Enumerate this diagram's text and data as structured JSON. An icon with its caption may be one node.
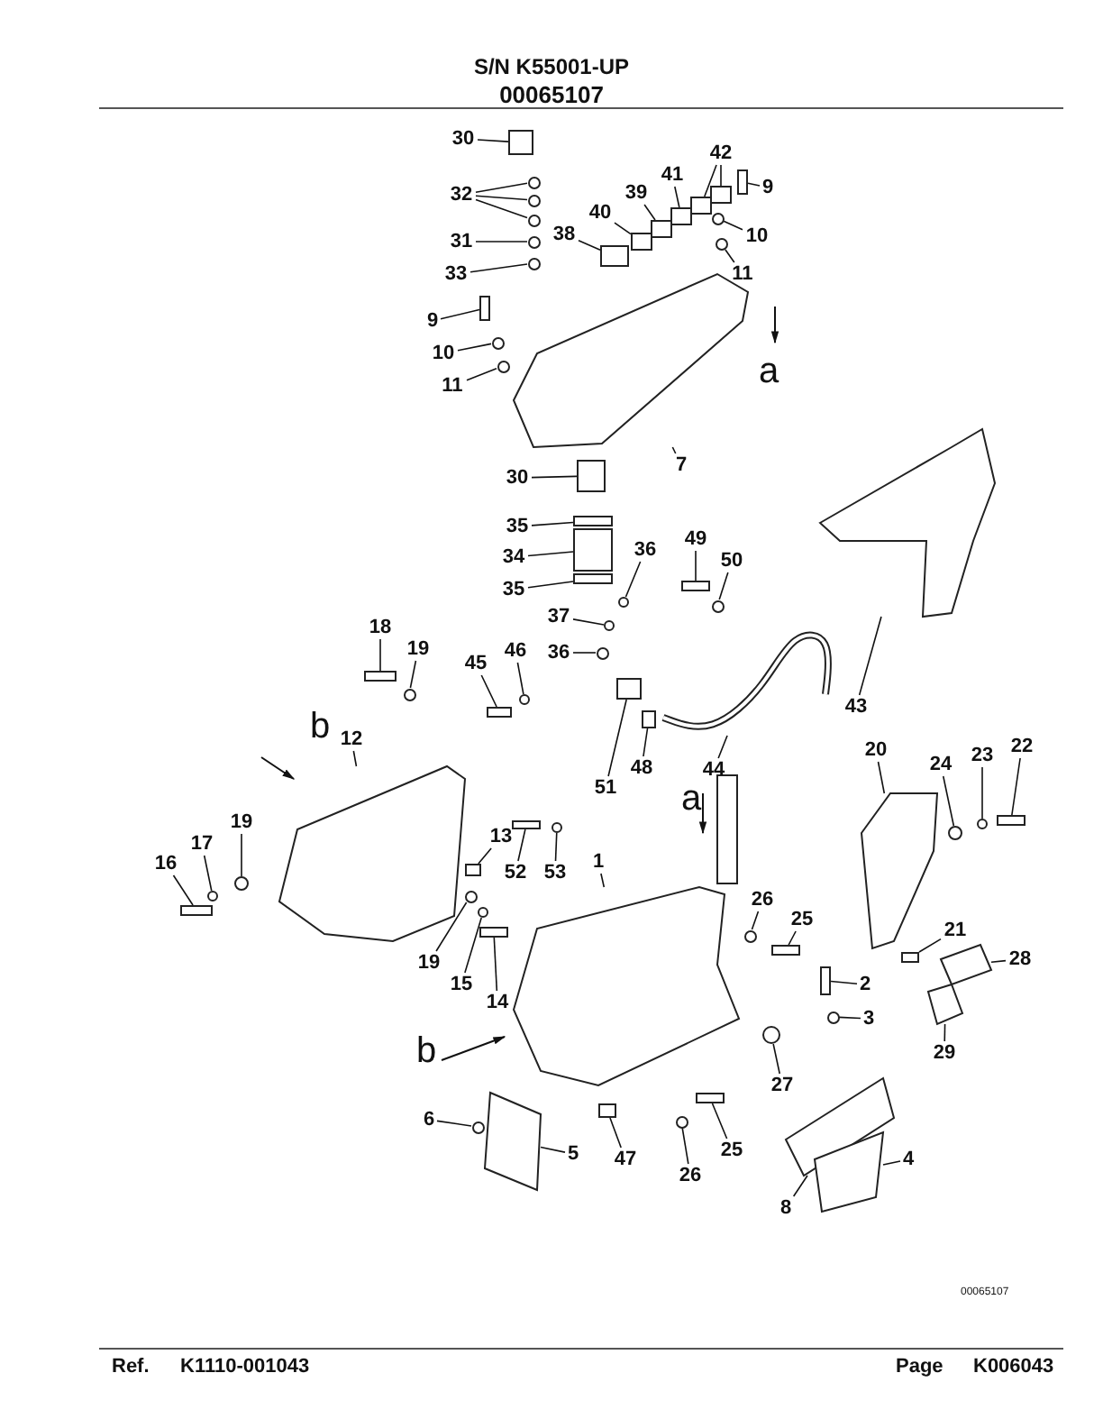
{
  "diagram": {
    "title": "S/N K55001-UP",
    "nodes": [
      {
        "text": [
          "30"
        ]
      },
      {
        "text": [
          "32"
        ]
      },
      {
        "text": [
          "42"
        ]
      },
      {
        "text": [
          "41"
        ]
      },
      {
        "text": [
          "39"
        ]
      },
      {
        "text": [
          "40"
        ]
      },
      {
        "text": [
          "38"
        ]
      },
      {
        "text": [
          "31"
        ]
      },
      {
        "text": [
          "33"
        ]
      },
      {
        "text": [
          "9"
        ]
      },
      {
        "text": [
          "10"
        ]
      },
      {
        "text": [
          "11"
        ]
      },
      {
        "text": [
          "9"
        ]
      },
      {
        "text": [
          "10"
        ]
      },
      {
        "text": [
          "11"
        ]
      },
      {
        "text": [
          "7"
        ]
      },
      {
        "text": [
          "30"
        ]
      },
      {
        "text": [
          "35"
        ]
      },
      {
        "text": [
          "34"
        ]
      },
      {
        "text": [
          "35"
        ]
      },
      {
        "text": [
          "36"
        ]
      },
      {
        "text": [
          "37"
        ]
      },
      {
        "text": [
          "36"
        ]
      },
      {
        "text": [
          "49"
        ]
      },
      {
        "text": [
          "50"
        ]
      },
      {
        "text": [
          "18"
        ]
      },
      {
        "text": [
          "19"
        ]
      },
      {
        "text": [
          "46"
        ]
      },
      {
        "text": [
          "45"
        ]
      },
      {
        "text": [
          "43"
        ]
      },
      {
        "text": [
          "44"
        ]
      },
      {
        "text": [
          "48"
        ]
      },
      {
        "text": [
          "51"
        ]
      },
      {
        "text": [
          "12"
        ]
      },
      {
        "text": [
          "20"
        ]
      },
      {
        "text": [
          "24"
        ]
      },
      {
        "text": [
          "23"
        ]
      },
      {
        "text": [
          "22"
        ]
      },
      {
        "text": [
          "13"
        ]
      },
      {
        "text": [
          "17"
        ]
      },
      {
        "text": [
          "19"
        ]
      },
      {
        "text": [
          "16"
        ]
      },
      {
        "text": [
          "52"
        ]
      },
      {
        "text": [
          "53"
        ]
      },
      {
        "text": [
          "1"
        ]
      },
      {
        "text": [
          "26"
        ]
      },
      {
        "text": [
          "25"
        ]
      },
      {
        "text": [
          "21"
        ]
      },
      {
        "text": [
          "28"
        ]
      },
      {
        "text": [
          "2"
        ]
      },
      {
        "text": [
          "3"
        ]
      },
      {
        "text": [
          "29"
        ]
      },
      {
        "text": [
          "19"
        ]
      },
      {
        "text": [
          "15"
        ]
      },
      {
        "text": [
          "14"
        ]
      },
      {
        "text": [
          "27"
        ]
      },
      {
        "text": [
          "6"
        ]
      },
      {
        "text": [
          "5"
        ]
      },
      {
        "text": [
          "47"
        ]
      },
      {
        "text": [
          "26"
        ]
      },
      {
        "text": [
          "25"
        ]
      },
      {
        "text": [
          "8"
        ]
      },
      {
        "text": [
          "4"
        ]
      },
      {
        "text": [],
        "shape": "box"
      },
      {
        "text": [],
        "shape": "circle"
      },
      {
        "text": [],
        "shape": "box"
      },
      {
        "text": [],
        "shape": "box"
      },
      {
        "text": [],
        "shape": "box"
      },
      {
        "text": [],
        "shape": "box"
      },
      {
        "text": [],
        "shape": "box"
      },
      {
        "text": [],
        "shape": "circle"
      },
      {
        "text": [],
        "shape": "circle"
      },
      {
        "text": [],
        "shape": "box"
      },
      {
        "text": [],
        "shape": "circle"
      },
      {
        "text": [],
        "shape": "circle"
      },
      {
        "text": [],
        "shape": "box"
      },
      {
        "text": [],
        "shape": "circle"
      },
      {
        "text": [],
        "shape": "circle"
      },
      {
        "text": [],
        "shape": "picture"
      },
      {
        "text": [],
        "shape": "box"
      },
      {
        "text": [],
        "shape": "box"
      },
      {
        "text": [],
        "shape": "box"
      },
      {
        "text": [],
        "shape": "box"
      },
      {
        "text": [],
        "shape": "circle"
      },
      {
        "text": [],
        "shape": "circle"
      },
      {
        "text": [],
        "shape": "circle"
      },
      {
        "text": [],
        "shape": "box"
      },
      {
        "text": [],
        "shape": "circle"
      },
      {
        "text": [],
        "shape": "box"
      },
      {
        "text": [],
        "shape": "circle"
      },
      {
        "text": [],
        "shape": "circle"
      },
      {
        "text": [],
        "shape": "box"
      },
      {
        "text": [],
        "shape": "picture"
      },
      {
        "text": [],
        "shape": "picture"
      },
      {
        "text": [],
        "shape": "box"
      },
      {
        "text": [],
        "shape": "box"
      },
      {
        "text": [],
        "shape": "picture"
      },
      {
        "text": [],
        "shape": "picture"
      },
      {
        "text": [],
        "shape": "circle"
      },
      {
        "text": [],
        "shape": "circle"
      },
      {
        "text": [],
        "shape": "box"
      },
      {
        "text": [],
        "shape": "box"
      },
      {
        "text": [],
        "shape": "circle"
      },
      {
        "text": [],
        "shape": "circle"
      },
      {
        "text": [],
        "shape": "box"
      },
      {
        "text": [],
        "shape": "box"
      },
      {
        "text": [],
        "shape": "circle"
      },
      {
        "text": [],
        "shape": "picture"
      },
      {
        "text": [],
        "shape": "circle"
      },
      {
        "text": [],
        "shape": "box"
      },
      {
        "text": [],
        "shape": "box"
      },
      {
        "text": [],
        "shape": "picture"
      },
      {
        "text": [],
        "shape": "box"
      },
      {
        "text": [],
        "shape": "circle"
      },
      {
        "text": [],
        "shape": "picture"
      },
      {
        "text": [],
        "shape": "circle"
      },
      {
        "text": [],
        "shape": "circle"
      },
      {
        "text": [],
        "shape": "box"
      },
      {
        "text": [],
        "shape": "circle"
      },
      {
        "text": [],
        "shape": "circle"
      },
      {
        "text": [],
        "shape": "picture"
      },
      {
        "text": [],
        "shape": "box"
      },
      {
        "text": [],
        "shape": "circle"
      },
      {
        "text": [],
        "shape": "box"
      },
      {
        "text": [],
        "shape": "picture"
      },
      {
        "text": [],
        "shape": "picture"
      },
      {
        "text": [],
        "shape": "circle"
      },
      {
        "text": [],
        "shape": "circle"
      },
      {
        "text": [],
        "shape": "box"
      }
    ],
    "edges": [
      {
        "from": 0,
        "to": 63,
        "arrow": "none"
      },
      {
        "from": 1,
        "to": 64,
        "arrow": "none"
      },
      {
        "from": 2,
        "to": 65,
        "arrow": "none"
      },
      {
        "from": 3,
        "to": 66,
        "arrow": "none"
      },
      {
        "from": 4,
        "to": 67,
        "arrow": "none"
      },
      {
        "from": 5,
        "to": 68,
        "arrow": "none"
      },
      {
        "from": 6,
        "to": 69,
        "arrow": "none"
      },
      {
        "from": 7,
        "to": 70,
        "arrow": "none"
      },
      {
        "from": 8,
        "to": 71,
        "arrow": "none"
      },
      {
        "from": 9,
        "to": 72,
        "arrow": "none"
      },
      {
        "from": 10,
        "to": 73,
        "arrow": "none"
      },
      {
        "from": 11,
        "to": 74,
        "arrow": "none"
      },
      {
        "from": 12,
        "to": 75,
        "arrow": "none"
      },
      {
        "from": 13,
        "to": 76,
        "arrow": "none"
      },
      {
        "from": 14,
        "to": 77,
        "arrow": "none"
      },
      {
        "from": 15,
        "to": 78,
        "arrow": "none"
      },
      {
        "from": 16,
        "to": 79,
        "arrow": "none"
      },
      {
        "from": 17,
        "to": 80,
        "arrow": "none"
      },
      {
        "from": 18,
        "to": 81,
        "arrow": "none"
      },
      {
        "from": 19,
        "to": 82,
        "arrow": "none"
      },
      {
        "from": 20,
        "to": 83,
        "arrow": "none"
      },
      {
        "from": 21,
        "to": 84,
        "arrow": "none"
      },
      {
        "from": 22,
        "to": 85,
        "arrow": "none"
      },
      {
        "from": 23,
        "to": 86,
        "arrow": "none"
      },
      {
        "from": 24,
        "to": 87,
        "arrow": "none"
      },
      {
        "from": 25,
        "to": 88,
        "arrow": "none"
      },
      {
        "from": 26,
        "to": 89,
        "arrow": "none"
      },
      {
        "from": 27,
        "to": 90,
        "arrow": "none"
      },
      {
        "from": 28,
        "to": 91,
        "arrow": "none"
      },
      {
        "from": 29,
        "to": 92,
        "arrow": "none"
      },
      {
        "from": 30,
        "to": 93,
        "arrow": "none"
      },
      {
        "from": 31,
        "to": 94,
        "arrow": "none"
      },
      {
        "from": 32,
        "to": 95,
        "arrow": "none"
      },
      {
        "from": 33,
        "to": 96,
        "arrow": "none"
      },
      {
        "from": 34,
        "to": 97,
        "arrow": "none"
      },
      {
        "from": 35,
        "to": 98,
        "arrow": "none"
      },
      {
        "from": 36,
        "to": 99,
        "arrow": "none"
      },
      {
        "from": 37,
        "to": 100,
        "arrow": "none"
      },
      {
        "from": 38,
        "to": 101,
        "arrow": "none"
      },
      {
        "from": 39,
        "to": 102,
        "arrow": "none"
      },
      {
        "from": 40,
        "to": 103,
        "arrow": "none"
      },
      {
        "from": 41,
        "to": 104,
        "arrow": "none"
      },
      {
        "from": 42,
        "to": 105,
        "arrow": "none"
      },
      {
        "from": 43,
        "to": 106,
        "arrow": "none"
      },
      {
        "from": 44,
        "to": 107,
        "arrow": "none"
      },
      {
        "from": 45,
        "to": 108,
        "arrow": "none"
      },
      {
        "from": 46,
        "to": 109,
        "arrow": "none"
      },
      {
        "from": 47,
        "to": 110,
        "arrow": "none"
      },
      {
        "from": 48,
        "to": 111,
        "arrow": "none"
      },
      {
        "from": 49,
        "to": 112,
        "arrow": "none"
      },
      {
        "from": 50,
        "to": 113,
        "arrow": "none"
      },
      {
        "from": 51,
        "to": 114,
        "arrow": "none"
      },
      {
        "from": 52,
        "to": 115,
        "arrow": "none"
      },
      {
        "from": 53,
        "to": 116,
        "arrow": "none"
      },
      {
        "from": 54,
        "to": 117,
        "arrow": "none"
      },
      {
        "from": 55,
        "to": 118,
        "arrow": "none"
      },
      {
        "from": 56,
        "to": 119,
        "arrow": "none"
      },
      {
        "from": 57,
        "to": 120,
        "arrow": "none"
      },
      {
        "from": 58,
        "to": 121,
        "arrow": "none"
      },
      {
        "from": 59,
        "to": 122,
        "arrow": "none"
      },
      {
        "from": 60,
        "to": 123,
        "arrow": "none"
      },
      {
        "from": 61,
        "to": 124,
        "arrow": "none"
      },
      {
        "from": 62,
        "to": 125,
        "arrow": "none"
      },
      {
        "from": 1,
        "to": 126,
        "arrow": "none"
      },
      {
        "from": 1,
        "to": 127,
        "arrow": "none"
      },
      {
        "from": 2,
        "to": 128,
        "arrow": "none"
      }
    ],
    "labels": [
      "00065107",
      "a",
      "b",
      "a",
      "b",
      "00065107",
      "Ref.",
      "K1110-001043",
      "Page",
      "K006043"
    ]
  }
}
